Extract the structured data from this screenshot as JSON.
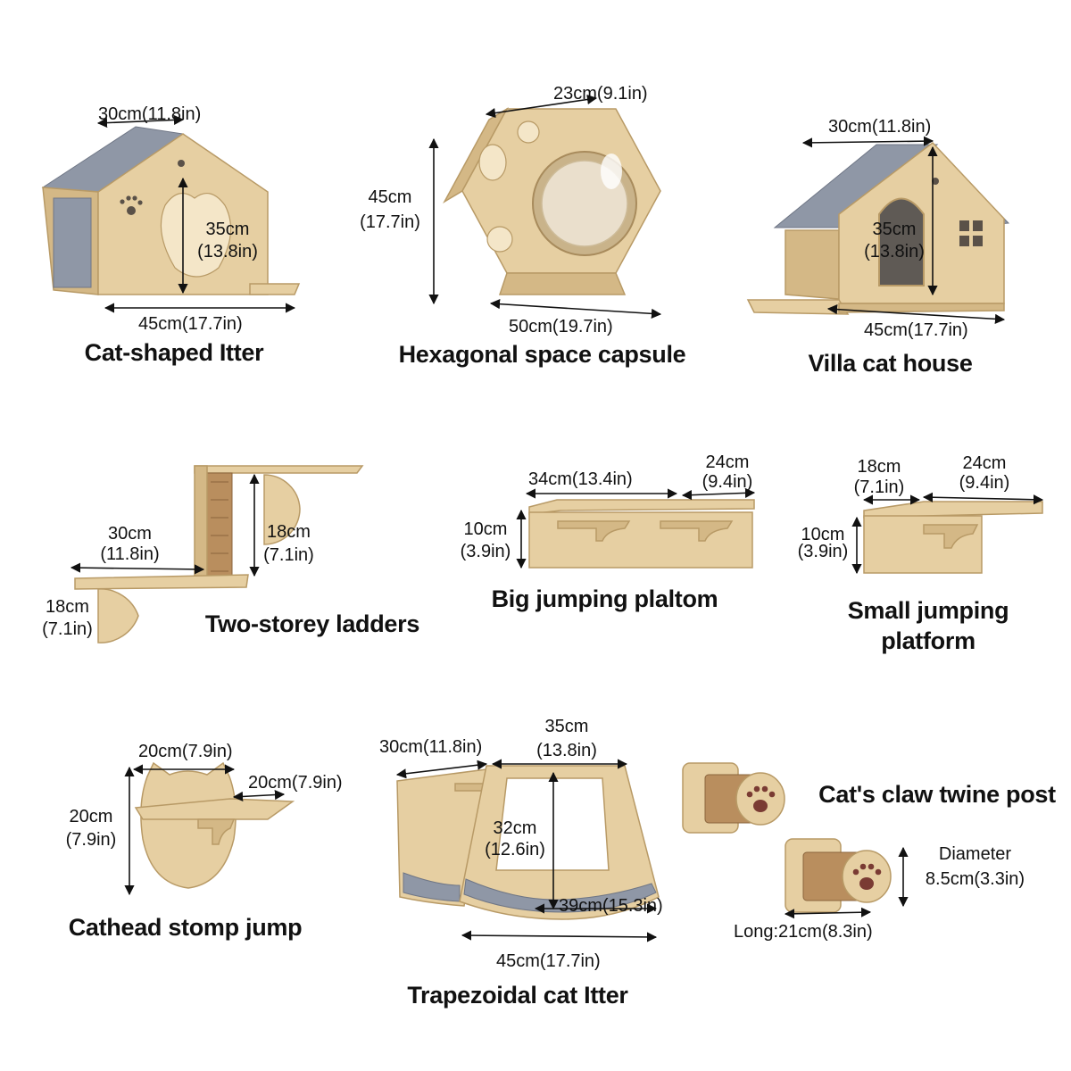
{
  "products": [
    {
      "id": "cat-shaped",
      "name": "Cat-shaped Itter",
      "dims": {
        "top": "30cm(11.8in)",
        "height_cm": "35cm",
        "height_in": "(13.8in)",
        "width": "45cm(17.7in)"
      }
    },
    {
      "id": "hexagonal",
      "name": "Hexagonal space capsule",
      "dims": {
        "top": "23cm(9.1in)",
        "height_cm": "45cm",
        "height_in": "(17.7in)",
        "width": "50cm(19.7in)"
      }
    },
    {
      "id": "villa",
      "name": "Villa cat house",
      "dims": {
        "top": "30cm(11.8in)",
        "height_cm": "35cm",
        "height_in": "(13.8in)",
        "width": "45cm(17.7in)"
      }
    },
    {
      "id": "ladders",
      "name": "Two-storey ladders",
      "dims": {
        "length_cm": "30cm",
        "length_in": "(11.8in)",
        "height_cm": "18cm",
        "height_in": "(7.1in)",
        "depth_cm": "18cm",
        "depth_in": "(7.1in)"
      }
    },
    {
      "id": "big-platform",
      "name": "Big jumping plaltom",
      "dims": {
        "length": "34cm(13.4in)",
        "depth_cm": "24cm",
        "depth_in": "(9.4in)",
        "height_cm": "10cm",
        "height_in": "(3.9in)"
      }
    },
    {
      "id": "small-platform",
      "name_line1": "Small jumping",
      "name_line2": "platform",
      "dims": {
        "length_cm": "18cm",
        "length_in": "(7.1in)",
        "depth_cm": "24cm",
        "depth_in": "(9.4in)",
        "height_cm": "10cm",
        "height_in": "(3.9in)"
      }
    },
    {
      "id": "cathead",
      "name": "Cathead stomp jump",
      "dims": {
        "top": "20cm(7.9in)",
        "depth": "20cm(7.9in)",
        "height_cm": "20cm",
        "height_in": "(7.9in)"
      }
    },
    {
      "id": "trapezoidal",
      "name": "Trapezoidal cat Itter",
      "dims": {
        "top_left": "30cm(11.8in)",
        "top_right_cm": "35cm",
        "top_right_in": "(13.8in)",
        "height_cm": "32cm",
        "height_in": "(12.6in)",
        "inner": "39cm(15.3in)",
        "bottom": "45cm(17.7in)"
      }
    },
    {
      "id": "claw-post",
      "name": "Cat's claw twine post",
      "dims": {
        "diameter_label": "Diameter",
        "diameter": "8.5cm(3.3in)",
        "long": "Long:21cm(8.3in)"
      }
    }
  ],
  "colors": {
    "wood": "#e6cfa2",
    "felt": "#8f97a6",
    "rope": "#b98e5e"
  }
}
